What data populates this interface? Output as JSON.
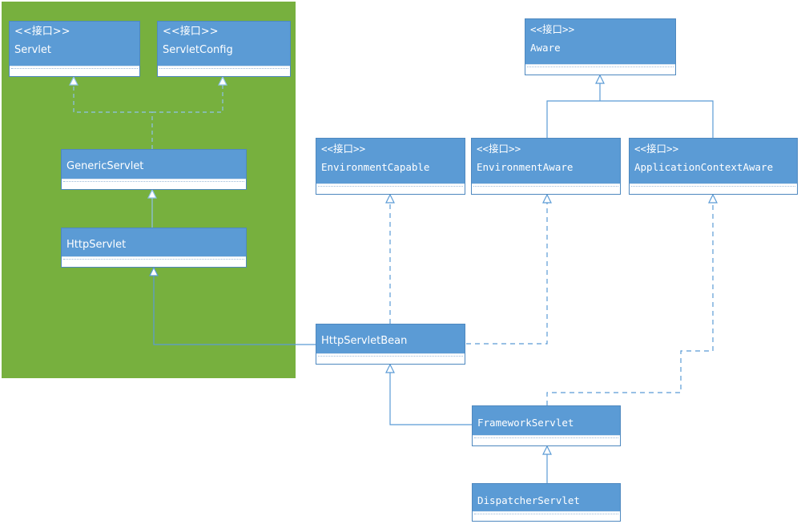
{
  "stereotype": "<<接口>>",
  "classes": {
    "servlet": "Servlet",
    "servlet_config": "ServletConfig",
    "generic_servlet": "GenericServlet",
    "http_servlet": "HttpServlet",
    "aware": "Aware",
    "environment_capable": "EnvironmentCapable",
    "environment_aware": "EnvironmentAware",
    "application_context_aware": "ApplicationContextAware",
    "http_servlet_bean": "HttpServletBean",
    "framework_servlet": "FrameworkServlet",
    "dispatcher_servlet": "DispatcherServlet"
  },
  "colors": {
    "panel": "#77b03e",
    "box": "#5b9bd5",
    "line": "#5b9bd5"
  }
}
